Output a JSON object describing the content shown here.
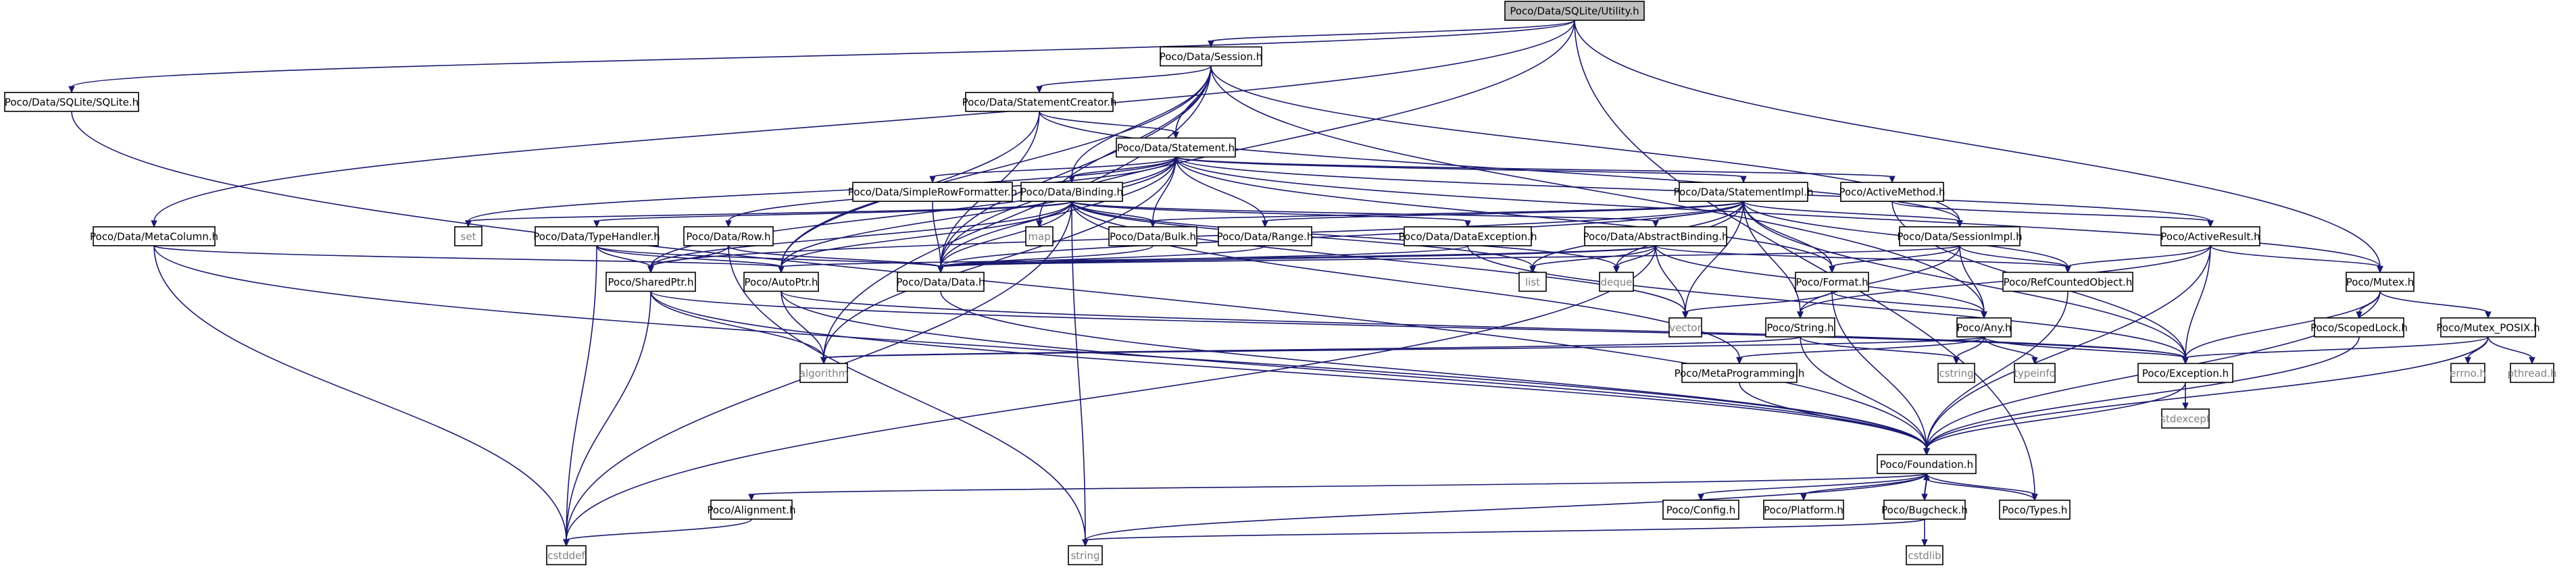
{
  "graph": {
    "colors": {
      "edge": "#191970",
      "root_fill": "#bfbfbf",
      "node_fill": "#ffffff",
      "node_border": "#000000",
      "truncated_border": "#ff0000",
      "system_border": "#bfbfbf",
      "system_text": "#7f7f7f",
      "text": "#000000"
    },
    "nodes": [
      {
        "id": "utility",
        "label": "Poco/Data/SQLite/Utility.h",
        "kind": "root"
      },
      {
        "id": "session",
        "label": "Poco/Data/Session.h",
        "kind": "normal"
      },
      {
        "id": "sqlite",
        "label": "Poco/Data/SQLite/SQLite.h",
        "kind": "normal"
      },
      {
        "id": "metacolumn",
        "label": "Poco/Data/MetaColumn.h",
        "kind": "normal"
      },
      {
        "id": "stmtcreator",
        "label": "Poco/Data/StatementCreator.h",
        "kind": "normal"
      },
      {
        "id": "statement",
        "label": "Poco/Data/Statement.h",
        "kind": "normal"
      },
      {
        "id": "simplerowfmt",
        "label": "Poco/Data/SimpleRowFormatter.h",
        "kind": "truncated"
      },
      {
        "id": "binding",
        "label": "Poco/Data/Binding.h",
        "kind": "normal"
      },
      {
        "id": "stmtimpl",
        "label": "Poco/Data/StatementImpl.h",
        "kind": "truncated"
      },
      {
        "id": "activemethod",
        "label": "Poco/ActiveMethod.h",
        "kind": "truncated"
      },
      {
        "id": "set",
        "label": "set",
        "kind": "system"
      },
      {
        "id": "typehandler",
        "label": "Poco/Data/TypeHandler.h",
        "kind": "truncated"
      },
      {
        "id": "row",
        "label": "Poco/Data/Row.h",
        "kind": "truncated"
      },
      {
        "id": "map",
        "label": "map",
        "kind": "system"
      },
      {
        "id": "bulk",
        "label": "Poco/Data/Bulk.h",
        "kind": "truncated"
      },
      {
        "id": "range",
        "label": "Poco/Data/Range.h",
        "kind": "truncated"
      },
      {
        "id": "dataexception",
        "label": "Poco/Data/DataException.h",
        "kind": "normal"
      },
      {
        "id": "abstractbinding",
        "label": "Poco/Data/AbstractBinding.h",
        "kind": "truncated"
      },
      {
        "id": "sessionimpl",
        "label": "Poco/Data/SessionImpl.h",
        "kind": "normal"
      },
      {
        "id": "activeresult",
        "label": "Poco/ActiveResult.h",
        "kind": "truncated"
      },
      {
        "id": "sharedptr",
        "label": "Poco/SharedPtr.h",
        "kind": "truncated"
      },
      {
        "id": "autoptr",
        "label": "Poco/AutoPtr.h",
        "kind": "normal"
      },
      {
        "id": "data",
        "label": "Poco/Data/Data.h",
        "kind": "normal"
      },
      {
        "id": "list",
        "label": "list",
        "kind": "system"
      },
      {
        "id": "deque",
        "label": "deque",
        "kind": "system"
      },
      {
        "id": "format",
        "label": "Poco/Format.h",
        "kind": "normal"
      },
      {
        "id": "refcounted",
        "label": "Poco/RefCountedObject.h",
        "kind": "truncated"
      },
      {
        "id": "mutex",
        "label": "Poco/Mutex.h",
        "kind": "normal"
      },
      {
        "id": "vector",
        "label": "vector",
        "kind": "system"
      },
      {
        "id": "string_h",
        "label": "Poco/String.h",
        "kind": "truncated"
      },
      {
        "id": "any",
        "label": "Poco/Any.h",
        "kind": "normal"
      },
      {
        "id": "scopedlock",
        "label": "Poco/ScopedLock.h",
        "kind": "normal"
      },
      {
        "id": "mutexposix",
        "label": "Poco/Mutex_POSIX.h",
        "kind": "normal"
      },
      {
        "id": "algorithm",
        "label": "algorithm",
        "kind": "system"
      },
      {
        "id": "cstring",
        "label": "cstring",
        "kind": "system"
      },
      {
        "id": "typeinfo",
        "label": "typeinfo",
        "kind": "system"
      },
      {
        "id": "metaprog",
        "label": "Poco/MetaProgramming.h",
        "kind": "normal"
      },
      {
        "id": "exception",
        "label": "Poco/Exception.h",
        "kind": "normal"
      },
      {
        "id": "errno",
        "label": "errno.h",
        "kind": "system"
      },
      {
        "id": "pthread",
        "label": "pthread.h",
        "kind": "system"
      },
      {
        "id": "stdexcept",
        "label": "stdexcept",
        "kind": "system"
      },
      {
        "id": "foundation",
        "label": "Poco/Foundation.h",
        "kind": "normal"
      },
      {
        "id": "alignment",
        "label": "Poco/Alignment.h",
        "kind": "normal"
      },
      {
        "id": "config",
        "label": "Poco/Config.h",
        "kind": "normal"
      },
      {
        "id": "platform",
        "label": "Poco/Platform.h",
        "kind": "normal"
      },
      {
        "id": "bugcheck",
        "label": "Poco/Bugcheck.h",
        "kind": "normal"
      },
      {
        "id": "types",
        "label": "Poco/Types.h",
        "kind": "normal"
      },
      {
        "id": "cstddef",
        "label": "cstddef",
        "kind": "system"
      },
      {
        "id": "string_std",
        "label": "string",
        "kind": "system"
      },
      {
        "id": "cstdlib",
        "label": "cstdlib",
        "kind": "system"
      }
    ],
    "edges": [
      [
        "utility",
        "session"
      ],
      [
        "utility",
        "sqlite"
      ],
      [
        "utility",
        "metacolumn"
      ],
      [
        "utility",
        "data"
      ],
      [
        "utility",
        "mutex"
      ],
      [
        "utility",
        "types"
      ],
      [
        "session",
        "stmtcreator"
      ],
      [
        "session",
        "statement"
      ],
      [
        "session",
        "binding"
      ],
      [
        "session",
        "sessionimpl"
      ],
      [
        "session",
        "autoptr"
      ],
      [
        "session",
        "any"
      ],
      [
        "session",
        "algorithm"
      ],
      [
        "session",
        "map"
      ],
      [
        "session",
        "data"
      ],
      [
        "sqlite",
        "foundation"
      ],
      [
        "metacolumn",
        "autoptr"
      ],
      [
        "metacolumn",
        "cstddef"
      ],
      [
        "metacolumn",
        "foundation"
      ],
      [
        "stmtcreator",
        "statement"
      ],
      [
        "stmtcreator",
        "sessionimpl"
      ],
      [
        "stmtcreator",
        "autoptr"
      ],
      [
        "stmtcreator",
        "data"
      ],
      [
        "statement",
        "simplerowfmt"
      ],
      [
        "statement",
        "binding"
      ],
      [
        "statement",
        "stmtimpl"
      ],
      [
        "statement",
        "activemethod"
      ],
      [
        "statement",
        "activeresult"
      ],
      [
        "statement",
        "row"
      ],
      [
        "statement",
        "bulk"
      ],
      [
        "statement",
        "range"
      ],
      [
        "statement",
        "sharedptr"
      ],
      [
        "statement",
        "autoptr"
      ],
      [
        "statement",
        "mutex"
      ],
      [
        "statement",
        "format"
      ],
      [
        "statement",
        "algorithm"
      ],
      [
        "statement",
        "data"
      ],
      [
        "statement",
        "set"
      ],
      [
        "simplerowfmt",
        "data"
      ],
      [
        "binding",
        "typehandler"
      ],
      [
        "binding",
        "dataexception"
      ],
      [
        "binding",
        "abstractbinding"
      ],
      [
        "binding",
        "metaprog"
      ],
      [
        "binding",
        "bulk"
      ],
      [
        "binding",
        "map"
      ],
      [
        "binding",
        "list"
      ],
      [
        "binding",
        "deque"
      ],
      [
        "binding",
        "vector"
      ],
      [
        "binding",
        "set"
      ],
      [
        "binding",
        "cstddef"
      ],
      [
        "binding",
        "string_std"
      ],
      [
        "binding",
        "data"
      ],
      [
        "binding",
        "sharedptr"
      ],
      [
        "binding",
        "autoptr"
      ],
      [
        "stmtimpl",
        "abstractbinding"
      ],
      [
        "stmtimpl",
        "sessionimpl"
      ],
      [
        "stmtimpl",
        "bulk"
      ],
      [
        "stmtimpl",
        "range"
      ],
      [
        "stmtimpl",
        "format"
      ],
      [
        "stmtimpl",
        "refcounted"
      ],
      [
        "stmtimpl",
        "string_h"
      ],
      [
        "stmtimpl",
        "list"
      ],
      [
        "stmtimpl",
        "deque"
      ],
      [
        "stmtimpl",
        "vector"
      ],
      [
        "stmtimpl",
        "data"
      ],
      [
        "stmtimpl",
        "sharedptr"
      ],
      [
        "stmtimpl",
        "exception"
      ],
      [
        "activemethod",
        "activeresult"
      ],
      [
        "activemethod",
        "exception"
      ],
      [
        "typehandler",
        "sharedptr"
      ],
      [
        "typehandler",
        "autoptr"
      ],
      [
        "typehandler",
        "data"
      ],
      [
        "typehandler",
        "cstddef"
      ],
      [
        "row",
        "sharedptr"
      ],
      [
        "row",
        "data"
      ],
      [
        "row",
        "string_std"
      ],
      [
        "bulk",
        "data"
      ],
      [
        "range",
        "data"
      ],
      [
        "dataexception",
        "data"
      ],
      [
        "dataexception",
        "exception"
      ],
      [
        "abstractbinding",
        "any"
      ],
      [
        "abstractbinding",
        "refcounted"
      ],
      [
        "abstractbinding",
        "autoptr"
      ],
      [
        "abstractbinding",
        "data"
      ],
      [
        "abstractbinding",
        "list"
      ],
      [
        "abstractbinding",
        "deque"
      ],
      [
        "abstractbinding",
        "vector"
      ],
      [
        "abstractbinding",
        "cstddef"
      ],
      [
        "sessionimpl",
        "refcounted"
      ],
      [
        "sessionimpl",
        "any"
      ],
      [
        "sessionimpl",
        "format"
      ],
      [
        "sessionimpl",
        "string_h"
      ],
      [
        "sessionimpl",
        "data"
      ],
      [
        "activeresult",
        "mutex"
      ],
      [
        "activeresult",
        "refcounted"
      ],
      [
        "activeresult",
        "exception"
      ],
      [
        "activeresult",
        "foundation"
      ],
      [
        "activeresult",
        "string_h"
      ],
      [
        "sharedptr",
        "algorithm"
      ],
      [
        "sharedptr",
        "exception"
      ],
      [
        "sharedptr",
        "foundation"
      ],
      [
        "sharedptr",
        "cstddef"
      ],
      [
        "autoptr",
        "algorithm"
      ],
      [
        "autoptr",
        "exception"
      ],
      [
        "autoptr",
        "foundation"
      ],
      [
        "data",
        "foundation"
      ],
      [
        "format",
        "any"
      ],
      [
        "format",
        "vector"
      ],
      [
        "format",
        "foundation"
      ],
      [
        "refcounted",
        "foundation"
      ],
      [
        "mutex",
        "scopedlock"
      ],
      [
        "mutex",
        "mutexposix"
      ],
      [
        "mutex",
        "exception"
      ],
      [
        "mutex",
        "foundation"
      ],
      [
        "string_h",
        "algorithm"
      ],
      [
        "string_h",
        "cstring"
      ],
      [
        "string_h",
        "foundation"
      ],
      [
        "any",
        "algorithm"
      ],
      [
        "any",
        "metaprog"
      ],
      [
        "any",
        "typeinfo"
      ],
      [
        "any",
        "cstring"
      ],
      [
        "any",
        "exception"
      ],
      [
        "scopedlock",
        "foundation"
      ],
      [
        "mutexposix",
        "exception"
      ],
      [
        "mutexposix",
        "foundation"
      ],
      [
        "mutexposix",
        "errno"
      ],
      [
        "mutexposix",
        "pthread"
      ],
      [
        "metaprog",
        "foundation"
      ],
      [
        "exception",
        "foundation"
      ],
      [
        "exception",
        "stdexcept"
      ],
      [
        "foundation",
        "alignment"
      ],
      [
        "foundation",
        "config"
      ],
      [
        "foundation",
        "platform"
      ],
      [
        "foundation",
        "bugcheck"
      ],
      [
        "foundation",
        "types"
      ],
      [
        "foundation",
        "string_std"
      ],
      [
        "alignment",
        "cstddef"
      ],
      [
        "bugcheck",
        "foundation"
      ],
      [
        "bugcheck",
        "string_std"
      ],
      [
        "bugcheck",
        "cstdlib"
      ],
      [
        "types",
        "foundation"
      ]
    ]
  }
}
